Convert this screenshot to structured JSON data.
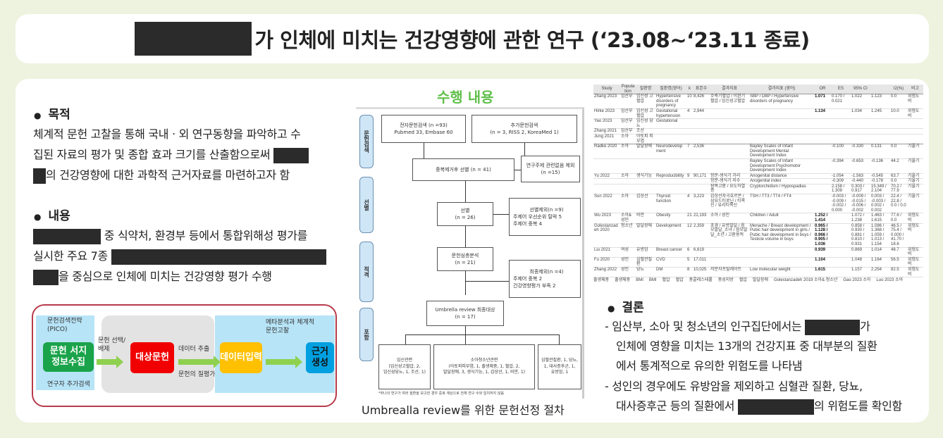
{
  "title": {
    "text": "가 인체에 미치는 건강영향에 관한 연구 (‘23.08~‘23.11 종료)"
  },
  "left": {
    "purpose_heading": "목적",
    "purpose_lines": [
      "체계적 문헌 고찰을 통해 국내ㆍ외 연구동향을 파악하고 수",
      "집된 자료의 평가 및 종합 효과 크기를 산출함으로써",
      "의 건강영향에 대한 과학적 근거자료를 마련하고자 함"
    ],
    "content_heading": "내용",
    "content_lines": [
      "중 식약처, 환경부 등에서 통합위해성 평가를",
      "실시한 주요 7종",
      "을 중심으로 인체에 미치는 건강영향 평가 수행"
    ]
  },
  "workflow": {
    "strategy": "문헌검색전략\n(PICO)",
    "collect": "문헌 서지\n정보수집",
    "extra": "연구자 추가검색",
    "select": "문헌 선택/배제",
    "target": "대상문헌",
    "extract": "데이터 추출",
    "quality": "문헌의 질평가",
    "input": "데이터입력",
    "meta": "메타분석과 체계적\n문헌고찰",
    "evidence": "근거\n생성",
    "colors": {
      "green": "#1aa34a",
      "red": "#f00000",
      "yellow": "#ffc000",
      "blue": "#00a0e0",
      "arrow": "#8fd14f"
    }
  },
  "middle": {
    "heading": "수행 내용",
    "caption": "Umbrealla review를 위한 문헌선정 절차",
    "flow": {
      "side": [
        "문헌검색",
        "선별",
        "적격",
        "포함"
      ],
      "db_search": "전자문헌검색 (n =93)",
      "db_detail": "Pubmed 33, Embase 60",
      "extra_search": "추가문헌검색",
      "extra_detail": "(n = 3, RISS 2, KoreaMed 1)",
      "dedup": "중복제거후 선별 (n = 41)",
      "excl1": "연구주제 관련없음 제외",
      "excl1_n": "(n =15)",
      "screen": "선별",
      "screen_n": "(n = 26)",
      "excl2": "선별제외(n =9)",
      "excl2_a": "주제어 우선순위 탈락 5",
      "excl2_b": "주제어 중복 4",
      "full": "문헌심층분석",
      "full_n": "(n = 21)",
      "excl3": "최종제외(n =4)",
      "excl3_a": "주제어 중복 2",
      "excl3_b": "건강영향평가 부족 2",
      "final": "Umbrella review 최종대상",
      "final_n": "(n = 17)",
      "g1": "임신관련",
      "g1_d": "(임신성고혈압, 2,\n임신성당뇨, 1, 조산, 1)",
      "g2": "소아청소년관련",
      "g2_d": "(아토피피부염, 1, 출생체중, 1, 혈압, 2,\n발달장애, 3, 생식기능, 1, 갑상선, 1, 비만, 1)",
      "g3": "심혈관질환, 1, 당뇨,\n1, 대사증후군, 1,\n유방암, 1",
      "note": "*하나의 연구가 여러 질환을 보고한 경우 중복 계상으로 전체 연구 수와 일치하지 않음"
    }
  },
  "tables": {
    "headers": [
      "Study",
      "Population",
      "질환명",
      "질환명(영어)",
      "k",
      "표본수",
      "결과지표",
      "결과지표 (영어)",
      "OR",
      "ES",
      "95% CI",
      "",
      "I2(%)",
      "비고"
    ],
    "back_rows": [
      [
        "Zhang 2023",
        "임산부",
        "임신성 고혈압",
        "Hypertensive disorders of pregnancy",
        "10",
        "8,426",
        "수축기혈압 / 이완기혈압 / 임신성고혈압",
        "SBP / DBP / Hypertensive disorders of pregnancy",
        "1.071",
        "0.170 / 0.021",
        "1.022",
        "1.123",
        "0.0",
        "위험도비"
      ],
      [
        "Hirke 2023",
        "임산부",
        "임신성 고혈압",
        "Gestational hypertension",
        "4",
        "2,944",
        "",
        "",
        "1.134",
        "",
        "1.034",
        "1.245",
        "10.0",
        "위험도비"
      ],
      [
        "Yao 2023",
        "임산부",
        "임신성 당뇨",
        "Gestational",
        "",
        "",
        "",
        "",
        "",
        "",
        "",
        "",
        "",
        ""
      ],
      [
        "Zhang 2021",
        "임산부",
        "조산",
        "",
        "",
        "",
        "",
        "",
        "",
        "",
        "",
        "",
        "",
        ""
      ],
      [
        "Jung 2021",
        "소아",
        "아토피 피부염",
        "",
        "",
        "",
        "",
        "",
        "",
        "",
        "",
        "",
        "",
        ""
      ]
    ],
    "front_rows": [
      [
        "Radke 2020",
        "소아",
        "발달장애",
        "Neurodevelopment",
        "7",
        "2,536",
        "",
        "Bayley Scales of Infant Development Mental Development Index",
        "",
        "-0.100",
        "-0.330",
        "0.131",
        "0.0",
        "기울기"
      ],
      [
        "",
        "",
        "",
        "",
        "",
        "",
        "",
        "Bayley Scales of Infant Development Psychomotor Development Index",
        "",
        "-0.394",
        "-0.653",
        "-0.136",
        "44.2",
        "기울기"
      ],
      [
        "Yu 2022",
        "소아",
        "생식기능",
        "Reproducibility",
        "9",
        "90,171",
        "항문-생식기 거리",
        "Anogenital distance",
        "",
        "-1.054",
        "-1.563",
        "-0.545",
        "63.7",
        "기울기"
      ],
      [
        "",
        "",
        "",
        "",
        "",
        "",
        "항문-생식기 지수",
        "Anogenital index",
        "",
        "-0.309",
        "-0.440",
        "-0.178",
        "0.0",
        "기울기"
      ],
      [
        "",
        "",
        "",
        "",
        "",
        "",
        "잠복고환 / 요도하열증",
        "Cryptorchidism / Hypospadias",
        "",
        "2.158 / 1.309",
        "0.303 / 0.917",
        "15.349 / 2.104",
        "70.2 / 77.9",
        "기울기"
      ],
      [
        "Sun 2022",
        "소아",
        "갑상선",
        "Thyroid function",
        "4",
        "3,223",
        "갑상선자극호르몬 / 삼요드티로닌 / 티록신 / 유리티록신",
        "TSH / TT3 / TT4 / FT4",
        "",
        "-0.003 / -0.009 / -0.002 / 0.000",
        "-0.009 / -0.015 / -0.006 / -0.002",
        "0.003 / -0.003 / 0.002 / 0.002",
        "22.4 / 22.8 / 0.0 / 0.0",
        "기울기"
      ],
      [
        "Wu 2023",
        "소아& 성인",
        "비만",
        "Obesity",
        "21",
        "22,193",
        "소아 / 성인",
        "Children / Adult",
        "1.252 / 1.414",
        "",
        "1.072 / 1.238",
        "1.463 / 1.615",
        "77.6 / 0.0",
        "위험도비"
      ],
      [
        "Golestanzadeh 2020",
        "청소년",
        "발달장애",
        "Development",
        "12",
        "2,359",
        "초경 / 유방발달 / 음모발달_소녀 / 음모발달_소년 / 고환용적",
        "Menache / Breast development / Pubic hair development in girls / Pubic hair development in boys / Testicle volume in boys",
        "0.965 / 1.128 / 0.966 / 0.905 / 1.036",
        "",
        "0.858 / 0.930 / 0.881 / 0.810 / 0.931",
        "1.086 / 1.368 / 1.059 / 1.013 / 1.154",
        "46.5 / 75.4 / 0.000 / 41.70 / 18.6",
        "위험도비"
      ],
      [
        "Liu 2021",
        "여성",
        "유방암",
        "Breast cancer",
        "6",
        "6,619",
        "",
        "",
        "0.939",
        "",
        "0.869",
        "1.014",
        "48.7",
        "위험도비"
      ],
      [
        "Fu 2020",
        "성인",
        "심혈관질환",
        "CVD",
        "5",
        "17,011",
        "",
        "",
        "1.104",
        "",
        "1.048",
        "1.164",
        "56.5",
        "위험도비"
      ],
      [
        "Zhang 2022",
        "성인",
        "당뇨",
        "DM",
        "8",
        "10,025",
        "저분자프탈레이트",
        "Low molecular weight",
        "1.615",
        "",
        "1.157",
        "2.254",
        "82.5",
        "위험도비"
      ]
    ],
    "left_fragments": [
      "출생체중",
      "출생체중",
      "BMI",
      "BMI",
      "혈압",
      "혈압",
      "총콜레스테롤",
      "중성지방",
      "혈압",
      "발달장애"
    ],
    "left_studies": [
      [
        "Golestanzadeh 2019",
        "소아& 청소년"
      ],
      [
        "Gao 2023",
        "소아"
      ],
      [
        "Luo 2023",
        "소아"
      ]
    ]
  },
  "conclusion": {
    "heading": "결론",
    "lines": [
      "- 임산부, 소아 및 청소년의 인구집단에서는",
      "가",
      "인체에 영향을 미치는 13개의 건강지표 중 대부분의 질환",
      "에서 통계적으로 유의한 위험도를 나타냄",
      "- 성인의 경우에도 유방암을 제외하고 심혈관 질환, 당뇨,",
      "대사증후군 등의 질환에서",
      "의 위험도를 확인함"
    ]
  }
}
